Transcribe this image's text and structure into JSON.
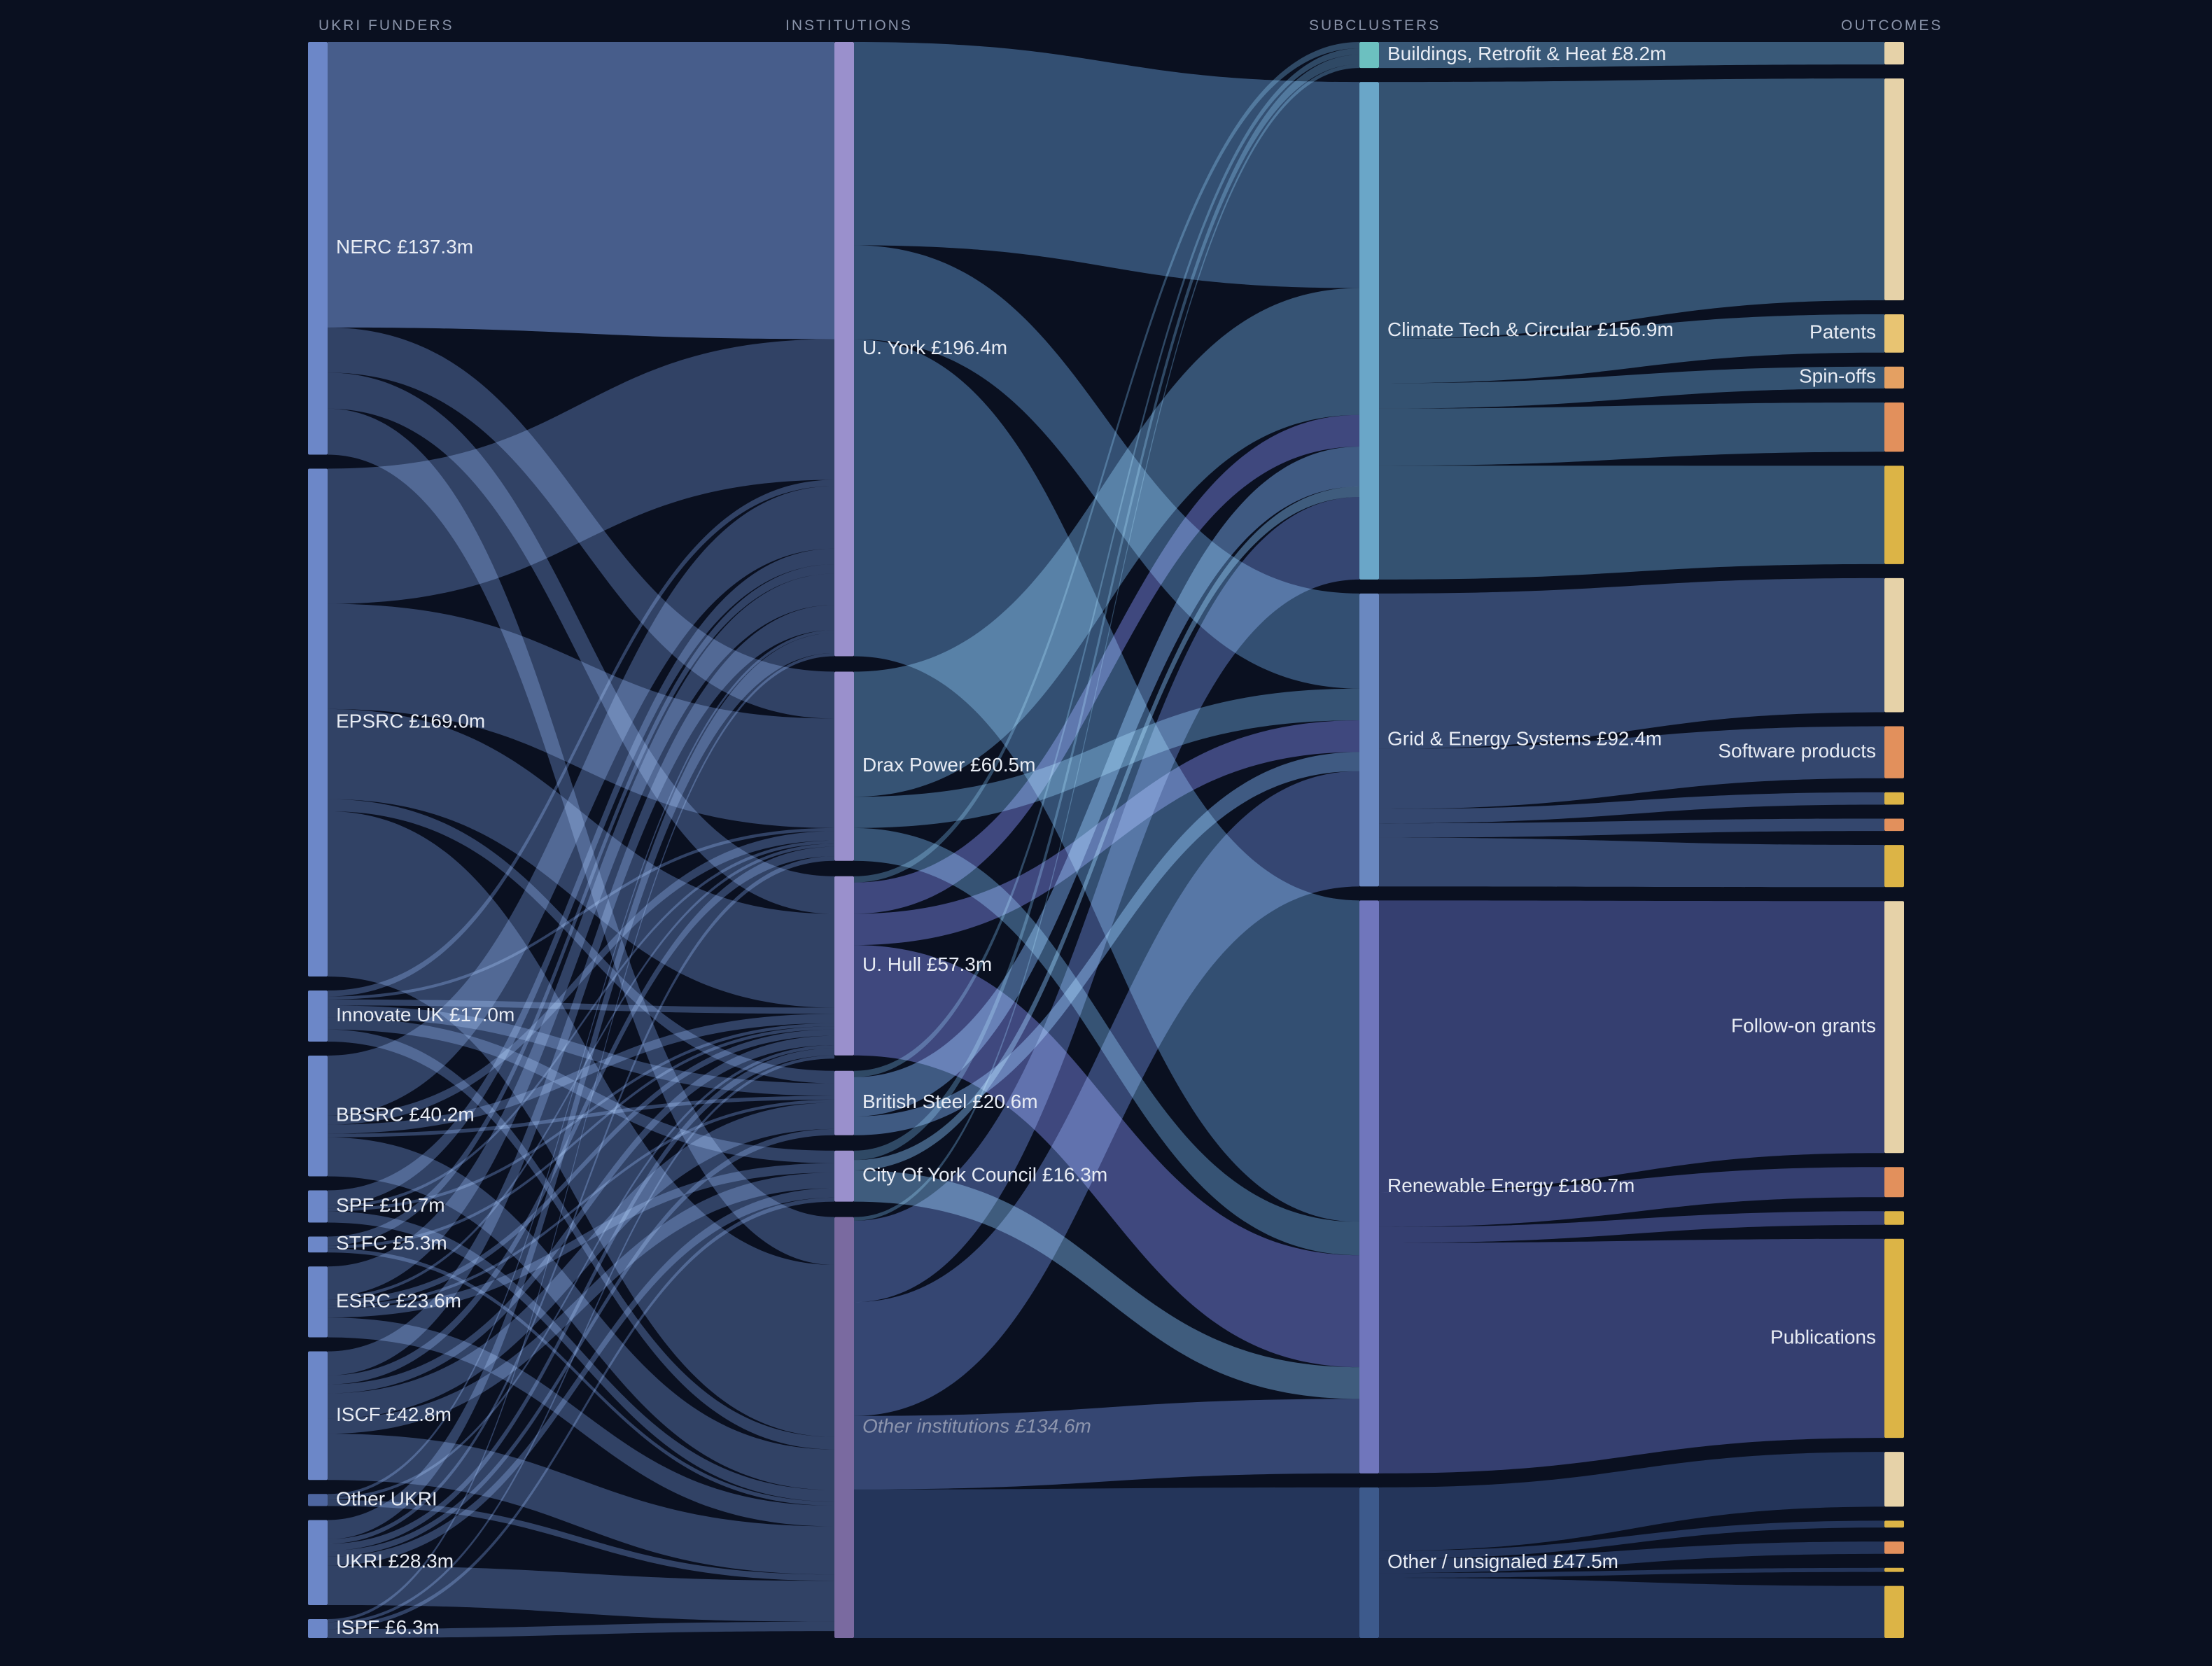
{
  "chart_data": {
    "type": "sankey",
    "units": "£m",
    "columns": [
      "UKRI FUNDERS",
      "INSTITUTIONS",
      "SUBCLUSTERS",
      "OUTCOMES"
    ],
    "funders": [
      {
        "id": "nerc",
        "label": "NERC £137.3m",
        "value": 137.3
      },
      {
        "id": "epsrc",
        "label": "EPSRC £169.0m",
        "value": 169.0
      },
      {
        "id": "innovate",
        "label": "Innovate UK £17.0m",
        "value": 17.0
      },
      {
        "id": "bbsrc",
        "label": "BBSRC £40.2m",
        "value": 40.2
      },
      {
        "id": "spf",
        "label": "SPF £10.7m",
        "value": 10.7
      },
      {
        "id": "stfc",
        "label": "STFC £5.3m",
        "value": 5.3
      },
      {
        "id": "esrc",
        "label": "ESRC £23.6m",
        "value": 23.6
      },
      {
        "id": "iscf",
        "label": "ISCF £42.8m",
        "value": 42.8
      },
      {
        "id": "otherukri",
        "label": "Other UKRI",
        "value": 4.0
      },
      {
        "id": "ukri",
        "label": "UKRI £28.3m",
        "value": 28.3
      },
      {
        "id": "ispf",
        "label": "ISPF £6.3m",
        "value": 6.3
      }
    ],
    "institutions": [
      {
        "id": "york",
        "label": "U. York £196.4m",
        "value": 196.4
      },
      {
        "id": "drax",
        "label": "Drax Power £60.5m",
        "value": 60.5
      },
      {
        "id": "hull",
        "label": "U. Hull £57.3m",
        "value": 57.3
      },
      {
        "id": "steel",
        "label": "British Steel £20.6m",
        "value": 20.6
      },
      {
        "id": "council",
        "label": "City Of York Council £16.3m",
        "value": 16.3
      },
      {
        "id": "otherinst",
        "label": "Other institutions £134.6m",
        "value": 134.6,
        "muted": true
      }
    ],
    "subclusters": [
      {
        "id": "buildings",
        "label": "Buildings, Retrofit & Heat £8.2m",
        "value": 8.2
      },
      {
        "id": "climate",
        "label": "Climate Tech & Circular £156.9m",
        "value": 156.9
      },
      {
        "id": "grid",
        "label": "Grid & Energy Systems £92.4m",
        "value": 92.4
      },
      {
        "id": "renew",
        "label": "Renewable Energy £180.7m",
        "value": 180.7
      },
      {
        "id": "unsig",
        "label": "Other / unsignaled £47.5m",
        "value": 47.5
      }
    ],
    "outcomes": [
      {
        "from": "buildings",
        "label": "",
        "value": 8.2,
        "kind": "grants"
      },
      {
        "from": "climate",
        "label": "",
        "value": 81.0,
        "kind": "grants"
      },
      {
        "from": "climate",
        "label": "Patents",
        "value": 14.0,
        "kind": "patents"
      },
      {
        "from": "climate",
        "label": "Spin-offs",
        "value": 8.0,
        "kind": "spinoffs"
      },
      {
        "from": "climate",
        "label": "",
        "value": 18.0,
        "kind": "software"
      },
      {
        "from": "climate",
        "label": "",
        "value": 35.9,
        "kind": "publications"
      },
      {
        "from": "grid",
        "label": "",
        "value": 49.0,
        "kind": "grants"
      },
      {
        "from": "grid",
        "label": "Software products",
        "value": 19.0,
        "kind": "software"
      },
      {
        "from": "grid",
        "label": "",
        "value": 4.5,
        "kind": "publications"
      },
      {
        "from": "grid",
        "label": "",
        "value": 4.5,
        "kind": "software"
      },
      {
        "from": "grid",
        "label": "",
        "value": 15.4,
        "kind": "publications"
      },
      {
        "from": "renew",
        "label": "Follow-on grants",
        "value": 92.0,
        "kind": "grants"
      },
      {
        "from": "renew",
        "label": "",
        "value": 11.0,
        "kind": "software"
      },
      {
        "from": "renew",
        "label": "",
        "value": 5.0,
        "kind": "publications"
      },
      {
        "from": "renew",
        "label": "Publications",
        "value": 72.7,
        "kind": "publications"
      },
      {
        "from": "unsig",
        "label": "",
        "value": 20.0,
        "kind": "grants"
      },
      {
        "from": "unsig",
        "label": "",
        "value": 2.5,
        "kind": "publications"
      },
      {
        "from": "unsig",
        "label": "",
        "value": 4.5,
        "kind": "software"
      },
      {
        "from": "unsig",
        "label": "",
        "value": 1.5,
        "kind": "publications"
      },
      {
        "from": "unsig",
        "label": "",
        "value": 19.0,
        "kind": "publications"
      }
    ],
    "links_funder_institution": [
      {
        "from": "nerc",
        "to": "york",
        "value": 95
      },
      {
        "from": "nerc",
        "to": "drax",
        "value": 15
      },
      {
        "from": "nerc",
        "to": "hull",
        "value": 12
      },
      {
        "from": "nerc",
        "to": "otherinst",
        "value": 15.3
      },
      {
        "from": "epsrc",
        "to": "york",
        "value": 45
      },
      {
        "from": "epsrc",
        "to": "drax",
        "value": 35
      },
      {
        "from": "epsrc",
        "to": "hull",
        "value": 30
      },
      {
        "from": "epsrc",
        "to": "steel",
        "value": 4
      },
      {
        "from": "epsrc",
        "to": "otherinst",
        "value": 55
      },
      {
        "from": "innovate",
        "to": "york",
        "value": 2
      },
      {
        "from": "innovate",
        "to": "drax",
        "value": 1
      },
      {
        "from": "innovate",
        "to": "hull",
        "value": 2
      },
      {
        "from": "innovate",
        "to": "steel",
        "value": 4
      },
      {
        "from": "innovate",
        "to": "council",
        "value": 4
      },
      {
        "from": "innovate",
        "to": "otherinst",
        "value": 4
      },
      {
        "from": "bbsrc",
        "to": "york",
        "value": 20
      },
      {
        "from": "bbsrc",
        "to": "drax",
        "value": 3
      },
      {
        "from": "bbsrc",
        "to": "hull",
        "value": 3
      },
      {
        "from": "bbsrc",
        "to": "steel",
        "value": 1.2
      },
      {
        "from": "bbsrc",
        "to": "otherinst",
        "value": 13
      },
      {
        "from": "spf",
        "to": "york",
        "value": 5
      },
      {
        "from": "spf",
        "to": "drax",
        "value": 1
      },
      {
        "from": "spf",
        "to": "hull",
        "value": 1
      },
      {
        "from": "spf",
        "to": "otherinst",
        "value": 3.7
      },
      {
        "from": "stfc",
        "to": "york",
        "value": 3
      },
      {
        "from": "stfc",
        "to": "hull",
        "value": 1
      },
      {
        "from": "stfc",
        "to": "otherinst",
        "value": 1.3
      },
      {
        "from": "esrc",
        "to": "york",
        "value": 10
      },
      {
        "from": "esrc",
        "to": "drax",
        "value": 1
      },
      {
        "from": "esrc",
        "to": "hull",
        "value": 2
      },
      {
        "from": "esrc",
        "to": "steel",
        "value": 1
      },
      {
        "from": "esrc",
        "to": "council",
        "value": 3
      },
      {
        "from": "esrc",
        "to": "otherinst",
        "value": 6.6
      },
      {
        "from": "iscf",
        "to": "york",
        "value": 8
      },
      {
        "from": "iscf",
        "to": "drax",
        "value": 3
      },
      {
        "from": "iscf",
        "to": "hull",
        "value": 3
      },
      {
        "from": "iscf",
        "to": "steel",
        "value": 8.4
      },
      {
        "from": "iscf",
        "to": "council",
        "value": 5
      },
      {
        "from": "iscf",
        "to": "otherinst",
        "value": 15.4
      },
      {
        "from": "otherukri",
        "to": "york",
        "value": 1
      },
      {
        "from": "otherukri",
        "to": "hull",
        "value": 1
      },
      {
        "from": "otherukri",
        "to": "otherinst",
        "value": 2
      },
      {
        "from": "ukri",
        "to": "york",
        "value": 6.4
      },
      {
        "from": "ukri",
        "to": "drax",
        "value": 1.5
      },
      {
        "from": "ukri",
        "to": "hull",
        "value": 2.3
      },
      {
        "from": "ukri",
        "to": "steel",
        "value": 2
      },
      {
        "from": "ukri",
        "to": "council",
        "value": 3
      },
      {
        "from": "ukri",
        "to": "otherinst",
        "value": 13.1
      },
      {
        "from": "ispf",
        "to": "york",
        "value": 1
      },
      {
        "from": "ispf",
        "to": "hull",
        "value": 1
      },
      {
        "from": "ispf",
        "to": "council",
        "value": 1.3
      },
      {
        "from": "ispf",
        "to": "otherinst",
        "value": 3
      }
    ],
    "links_institution_subcluster": [
      {
        "from": "york",
        "to": "climate",
        "value": 65
      },
      {
        "from": "york",
        "to": "grid",
        "value": 30
      },
      {
        "from": "york",
        "to": "renew",
        "value": 101.4
      },
      {
        "from": "drax",
        "to": "climate",
        "value": 40
      },
      {
        "from": "drax",
        "to": "grid",
        "value": 10
      },
      {
        "from": "drax",
        "to": "renew",
        "value": 10.5
      },
      {
        "from": "hull",
        "to": "buildings",
        "value": 2
      },
      {
        "from": "hull",
        "to": "climate",
        "value": 10
      },
      {
        "from": "hull",
        "to": "grid",
        "value": 10
      },
      {
        "from": "hull",
        "to": "renew",
        "value": 35.3
      },
      {
        "from": "steel",
        "to": "buildings",
        "value": 2
      },
      {
        "from": "steel",
        "to": "climate",
        "value": 12.6
      },
      {
        "from": "steel",
        "to": "grid",
        "value": 6
      },
      {
        "from": "council",
        "to": "buildings",
        "value": 3
      },
      {
        "from": "council",
        "to": "climate",
        "value": 3.3
      },
      {
        "from": "council",
        "to": "renew",
        "value": 10
      },
      {
        "from": "otherinst",
        "to": "buildings",
        "value": 1.2
      },
      {
        "from": "otherinst",
        "to": "climate",
        "value": 26
      },
      {
        "from": "otherinst",
        "to": "grid",
        "value": 36.4
      },
      {
        "from": "otherinst",
        "to": "renew",
        "value": 23.5
      },
      {
        "from": "otherinst",
        "to": "unsig",
        "value": 47.5
      }
    ]
  },
  "colors": {
    "background": "#0a1020",
    "funder_node": "#6c87c8",
    "funder_node_dim": "#4e66a0",
    "institution_node": "#9a90cc",
    "institution_other_node": "#7a6aa0",
    "buildings_node": "#6cc0c0",
    "climate_node": "#6aa6c8",
    "grid_node": "#6a88c0",
    "renew_node": "#7076bc",
    "unsig_node": "#3d5a8c",
    "outcome_grants": "#e6d2a8",
    "outcome_patents": "#e8c472",
    "outcome_spinoffs": "#e4a062",
    "outcome_software": "#e2905c",
    "outcome_publications": "#dcb446",
    "link_funder": "#4a608f",
    "link_york": "#3a5a7e",
    "link_drax": "#3e6080",
    "link_hull": "#4a5090",
    "link_steel": "#4a6a96",
    "link_council": "#4a6c8e",
    "link_other": "#3c4e7e",
    "link_unsig": "#1c2a46",
    "link_buildings": "#34526a",
    "link_climate": "#2e4a62",
    "link_grid": "#2e3e5e",
    "link_renew": "#2f3560"
  }
}
